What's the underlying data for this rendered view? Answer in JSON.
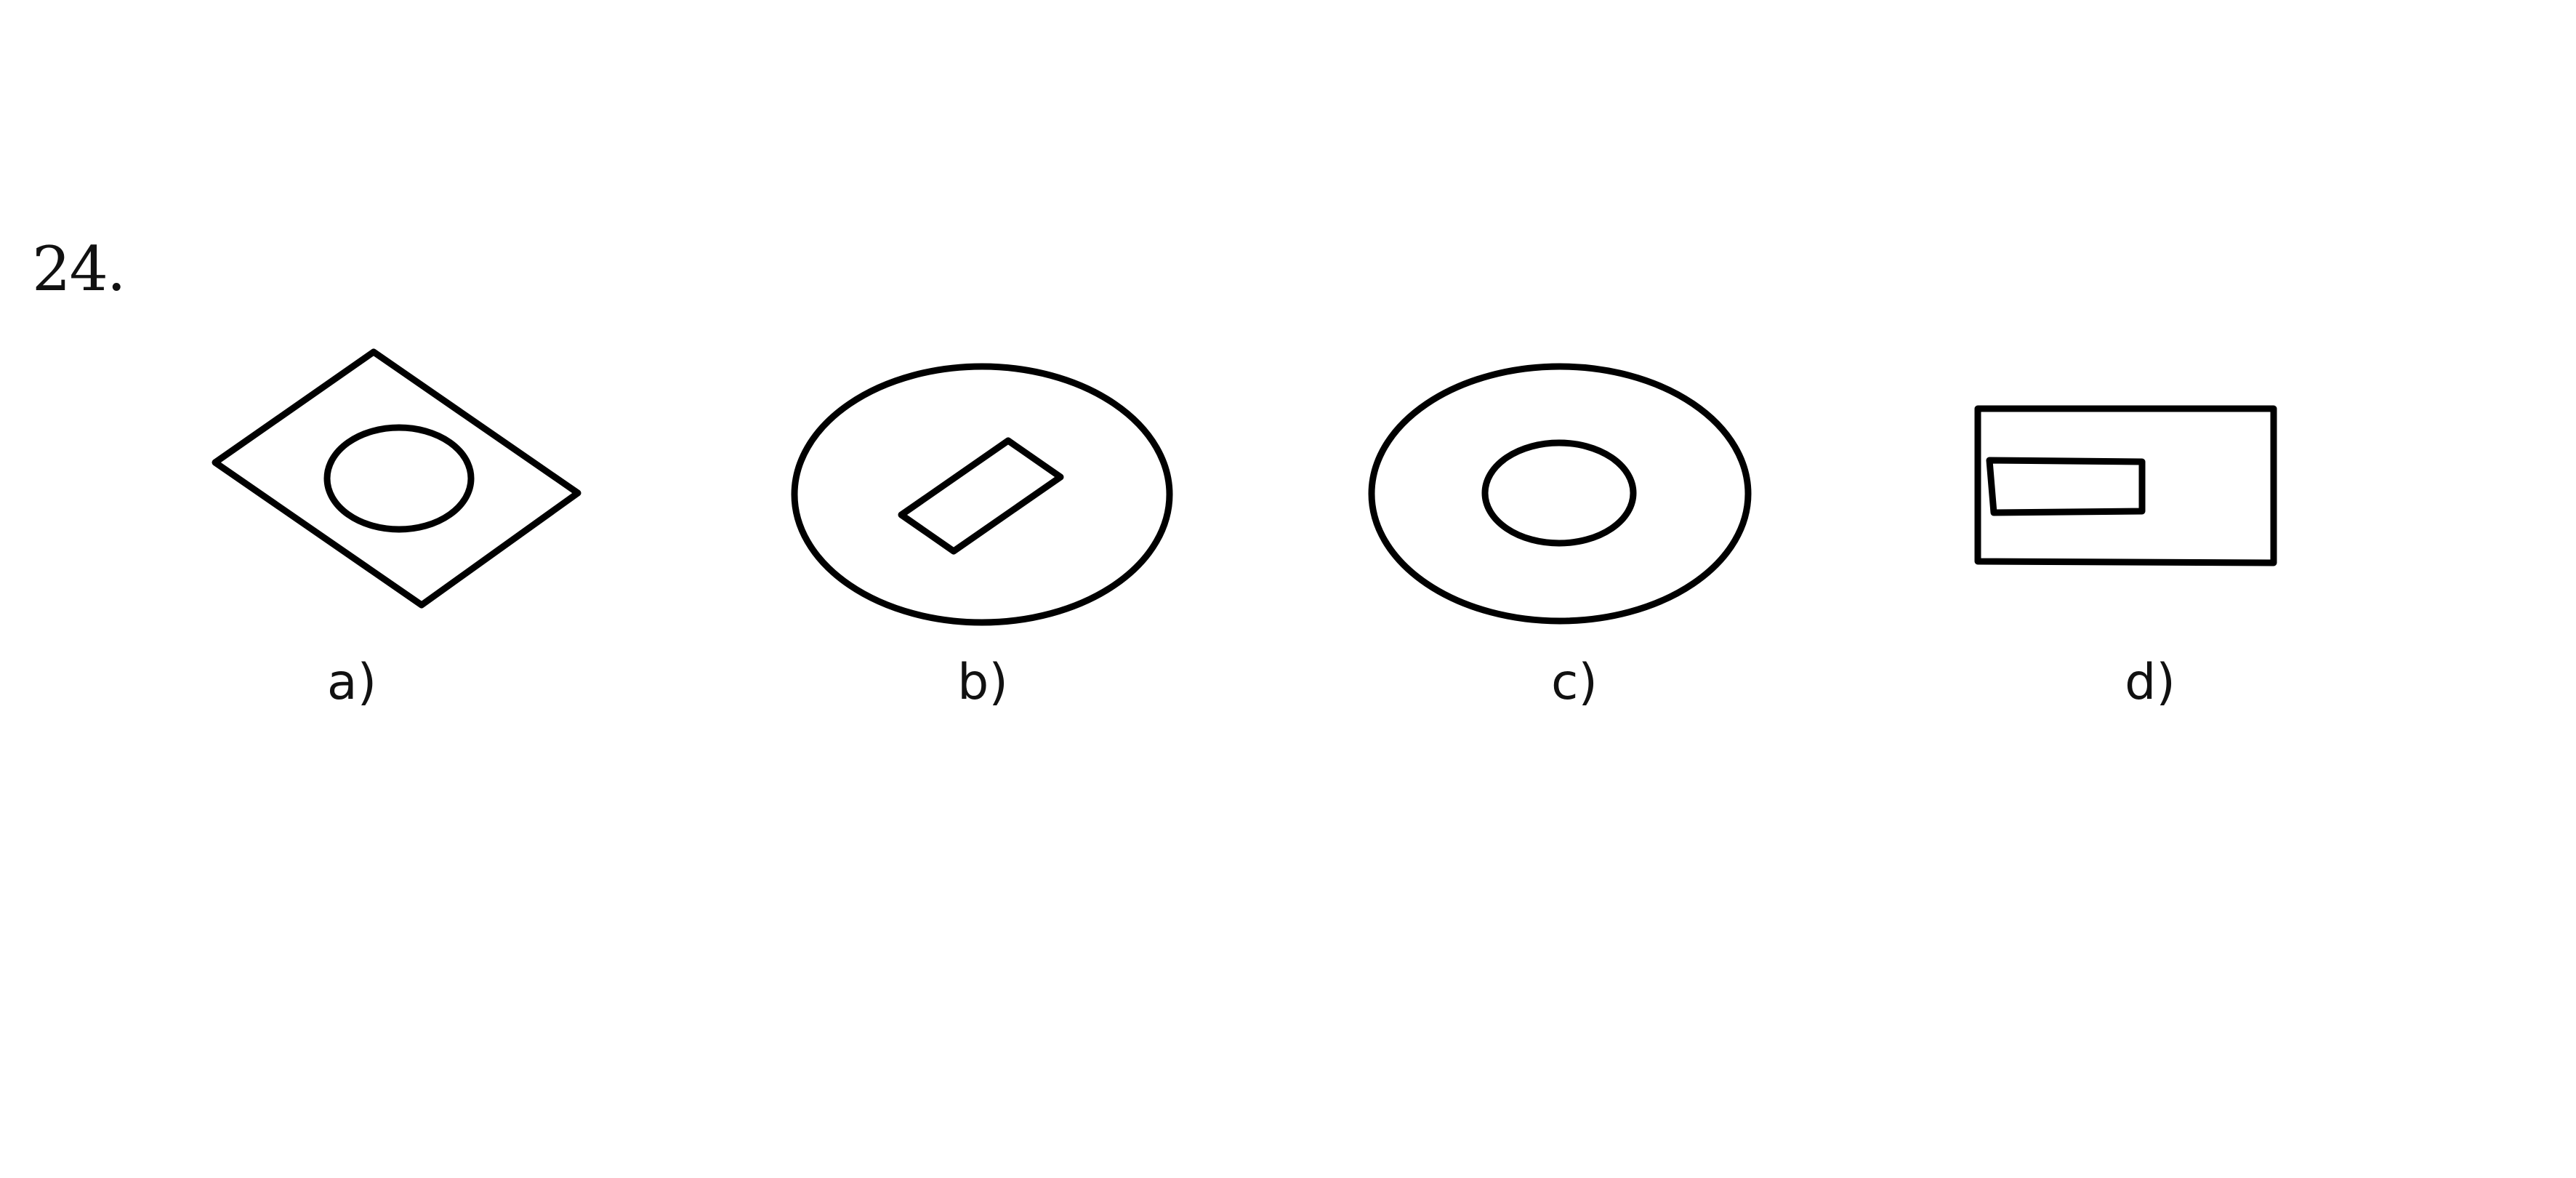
{
  "question": {
    "number": "24."
  },
  "options": [
    {
      "label": "a)",
      "outer_shape": "rhombus",
      "inner_shape": "ellipse"
    },
    {
      "label": "b)",
      "outer_shape": "ellipse",
      "inner_shape": "tilted-rectangle"
    },
    {
      "label": "c)",
      "outer_shape": "ellipse",
      "inner_shape": "ellipse"
    },
    {
      "label": "d)",
      "outer_shape": "rectangle",
      "inner_shape": "rectangle"
    }
  ],
  "colors": {
    "stroke": "#000000",
    "background": "#ffffff"
  }
}
